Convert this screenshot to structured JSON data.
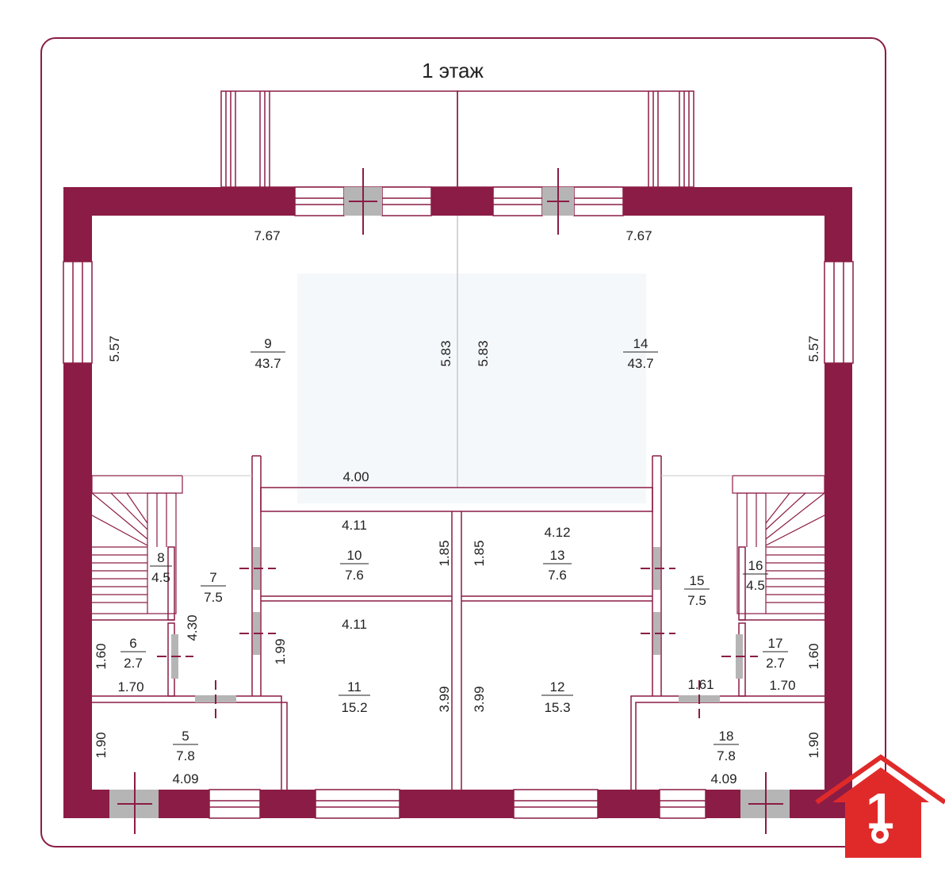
{
  "plan": {
    "title": "1 этаж",
    "colors": {
      "wall": "#8b1c45",
      "frame": "#8b1c45",
      "door": "#b5b5b5",
      "logo": "#e02a2a"
    },
    "rooms": [
      {
        "id": "r9",
        "num": "9",
        "area": "43.7"
      },
      {
        "id": "r14",
        "num": "14",
        "area": "43.7"
      },
      {
        "id": "r8",
        "num": "8",
        "area": "4.5"
      },
      {
        "id": "r7",
        "num": "7",
        "area": "7.5"
      },
      {
        "id": "r10",
        "num": "10",
        "area": "7.6"
      },
      {
        "id": "r13",
        "num": "13",
        "area": "7.6"
      },
      {
        "id": "r15",
        "num": "15",
        "area": "7.5"
      },
      {
        "id": "r16",
        "num": "16",
        "area": "4.5"
      },
      {
        "id": "r6",
        "num": "6",
        "area": "2.7"
      },
      {
        "id": "r17",
        "num": "17",
        "area": "2.7"
      },
      {
        "id": "r11",
        "num": "11",
        "area": "15.2"
      },
      {
        "id": "r12",
        "num": "12",
        "area": "15.3"
      },
      {
        "id": "r5",
        "num": "5",
        "area": "7.8"
      },
      {
        "id": "r18",
        "num": "18",
        "area": "7.8"
      }
    ],
    "dimensions": {
      "top_left": "7.67",
      "top_right": "7.67",
      "left_h": "5.57",
      "right_h": "5.57",
      "center_left": "5.83",
      "center_right": "5.83",
      "corridor": "4.00",
      "d10_top": "4.11",
      "d13_top": "4.12",
      "d10_h": "1.85",
      "d13_h": "1.85",
      "d11_top": "4.11",
      "d11_side": "1.99",
      "d7_h": "4.30",
      "d6_h": "1.60",
      "d6_w": "1.70",
      "d17_h": "1.60",
      "d17_w": "1.70",
      "d17_door": "1.61",
      "d11_h": "3.99",
      "d12_h": "3.99",
      "d5_h": "1.90",
      "d5_w": "4.09",
      "d18_h": "1.90",
      "d18_w": "4.09"
    },
    "logo_number": "1"
  }
}
